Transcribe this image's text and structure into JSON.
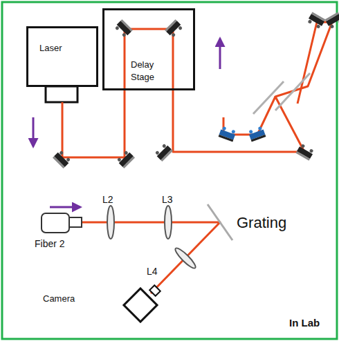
{
  "diagram": {
    "nodes": [
      {
        "text": [
          "Laser"
        ]
      },
      {
        "text": [
          "Delay Stage"
        ]
      }
    ],
    "labels": [
      "Fiber 2",
      "L2",
      "L3",
      "Grating",
      "L4",
      "Camera",
      "In Lab"
    ]
  }
}
